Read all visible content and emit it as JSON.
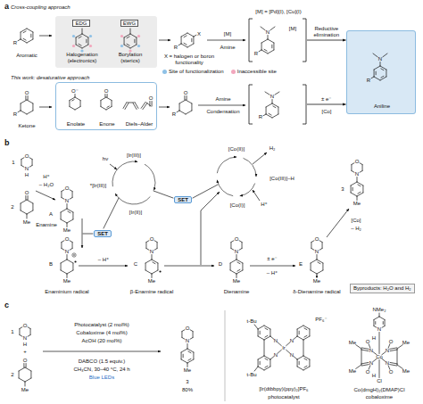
{
  "diagram": {
    "nodes": [
      {
        "text": [
          "Halogenation (electronics)",
          "Borylation (sterics)"
        ]
      },
      {
        "text": [
          "EDG"
        ],
        "in": 0
      },
      {
        "text": [
          "EWG"
        ],
        "in": 0
      },
      {
        "text": [
          "[M]"
        ]
      },
      {
        "text": [
          "Aniline"
        ]
      },
      {
        "text": [
          "Enolate",
          "Enone",
          "Diels–Alder"
        ]
      },
      {
        "text": [
          "R"
        ]
      },
      {
        "text": [
          "SET"
        ]
      },
      {
        "text": [
          "SET"
        ]
      },
      {
        "text": [
          "Byproducts: H₂O and H₂"
        ]
      }
    ],
    "edges": [
      {
        "from": 3,
        "to": 4,
        "arrow": "to",
        "label": "Reductive elimination"
      },
      {
        "from": 6,
        "to": 4,
        "arrow": "to",
        "label": "± e⁻"
      }
    ],
    "labels": [
      "a",
      "Cross-coupling approach",
      "R",
      "Aromatic",
      "R",
      "X",
      "X = halogen or boron functionality",
      "[M]",
      "Amine",
      "[M] = [Pd](I), [Cu](I)",
      "R",
      "N",
      "R",
      "N",
      "This work: desaturative approach",
      "O",
      "R",
      "Ketone",
      "O⁻",
      "O",
      "O",
      "O",
      "R",
      "Amine",
      "Condensation",
      "N",
      "[Co]",
      "b",
      "O",
      "N",
      "H",
      "1",
      "O",
      "Me",
      "2",
      "H⁺",
      "– H₂O",
      "hν",
      "[Ir(III)]",
      "*[Ir(III)]",
      "[Ir(II)]",
      "O",
      "N",
      "Me",
      "A",
      "Enamine",
      "O",
      "N",
      "Me",
      "B",
      "Enaminium radical",
      "O",
      "N",
      "Me",
      "C",
      "β-Enamine radical",
      "– H⁺",
      "O",
      "N",
      "Me",
      "D",
      "Dienamine",
      "± e⁻",
      "– H⁺",
      "O",
      "N",
      "Me",
      "E",
      "δ-Dienamine radical",
      "[Co(II)]",
      "H₂",
      "[Co(III)]–H",
      "H⁺",
      "[Co(I)]",
      "O",
      "N",
      "Me",
      "3",
      "[Co]",
      "– H₂",
      "c",
      "O",
      "N",
      "H",
      "1",
      "+",
      "O",
      "Me",
      "2",
      "Photocatalyst (2 mol%)",
      "Cobaloxime (4 mol%)",
      "AcOH (20 mol%)",
      "DABCO (1.5 equiv.)",
      "CH₃CN, 30–40 °C, 24 h",
      "Blue LEDs",
      "O",
      "N",
      "Me",
      "3",
      "80%",
      "Ir",
      "N",
      "N",
      "N",
      "N",
      "t-Bu",
      "t-Bu",
      "PF₆⁻",
      "[Ir(dtbbpy)(ppy)₂]PF₆",
      "photocatalyst",
      "NMe₂",
      "N",
      "Co",
      "N",
      "N",
      "N",
      "N",
      "O",
      "H",
      "O",
      "O",
      "H",
      "O",
      "Me",
      "Me",
      "Me",
      "Me",
      "Cl",
      "Co(dmgH)₂(DMAP)Cl",
      "cobaloxime"
    ],
    "legend": [
      {
        "text": "Site of functionalization",
        "color": "#8fc1e6"
      },
      {
        "text": "Inaccessible site",
        "color": "#f2a7bd"
      }
    ]
  }
}
